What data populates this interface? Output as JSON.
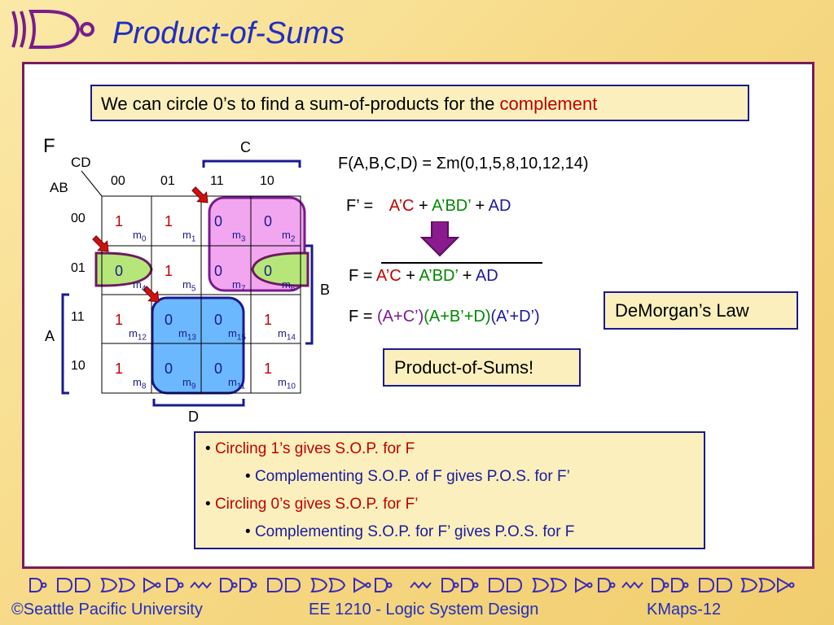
{
  "slide": {
    "title": "Product-of-Sums",
    "intro": {
      "text": "We can circle 0’s to find a sum-of-products for the ",
      "highlight": "complement"
    }
  },
  "kmap": {
    "function_label": "F",
    "row_var": "AB",
    "col_var": "CD",
    "col_headers": [
      "00",
      "01",
      "11",
      "10"
    ],
    "row_headers": [
      "00",
      "01",
      "11",
      "10"
    ],
    "cells": [
      [
        {
          "v": "1",
          "m": "0"
        },
        {
          "v": "1",
          "m": "1"
        },
        {
          "v": "0",
          "m": "3"
        },
        {
          "v": "0",
          "m": "2"
        }
      ],
      [
        {
          "v": "0",
          "m": "4"
        },
        {
          "v": "1",
          "m": "5"
        },
        {
          "v": "0",
          "m": "7"
        },
        {
          "v": "0",
          "m": "6"
        }
      ],
      [
        {
          "v": "1",
          "m": "12"
        },
        {
          "v": "0",
          "m": "13"
        },
        {
          "v": "0",
          "m": "15"
        },
        {
          "v": "1",
          "m": "14"
        }
      ],
      [
        {
          "v": "1",
          "m": "8"
        },
        {
          "v": "0",
          "m": "9"
        },
        {
          "v": "0",
          "m": "11"
        },
        {
          "v": "1",
          "m": "10"
        }
      ]
    ],
    "brackets": {
      "C": "C",
      "B": "B",
      "A": "A",
      "D": "D"
    },
    "colors": {
      "pink": "#f2a6f0",
      "green": "#b6e67a",
      "blue": "#6cb8ff",
      "arrow": "#d01010"
    }
  },
  "equations": {
    "f_def": {
      "lhs": "F(A,B,C,D) = ",
      "sigma": "Σ",
      "rhs": "m(0,1,5,8,10,12,14)"
    },
    "f_prime": {
      "lhs": "F’ = ",
      "t1": "A’C",
      "p1": " + ",
      "t2": "A’BD’",
      "p2": " + ",
      "t3": "AD"
    },
    "f_bar": {
      "lhs": "F = ",
      "t1": "A’C",
      "p1": " + ",
      "t2": "A’BD’",
      "p2": " + ",
      "t3": "AD"
    },
    "f_pos": {
      "lhs": "F = ",
      "t1": "(A+C’)",
      "t2": "(A+B’+D)",
      "t3": "(A’+D’)"
    }
  },
  "boxes": {
    "demorgan": "DeMorgan’s Law",
    "pos": "Product-of-Sums!"
  },
  "bullets": [
    {
      "bullet": "• ",
      "text": "Circling 1’s gives S.O.P. for F",
      "color": "red"
    },
    {
      "bullet": "• ",
      "text": "Complementing S.O.P. of F gives P.O.S. for F’",
      "color": "blue"
    },
    {
      "bullet": "• ",
      "text": "Circling 0’s gives S.O.P. for F’",
      "color": "red"
    },
    {
      "bullet": "• ",
      "text": "Complementing S.O.P. for F’ gives P.O.S. for F",
      "color": "blue"
    }
  ],
  "footer": {
    "copyright": "©Seattle Pacific University",
    "course": "EE 1210 - Logic System Design",
    "slide_id": "KMaps-12"
  },
  "theme": {
    "title_color": "#1f2ec2",
    "frame_color": "#7a1b5e",
    "box_fill": "#fbf0bd",
    "box_border": "#1a1a8e"
  }
}
